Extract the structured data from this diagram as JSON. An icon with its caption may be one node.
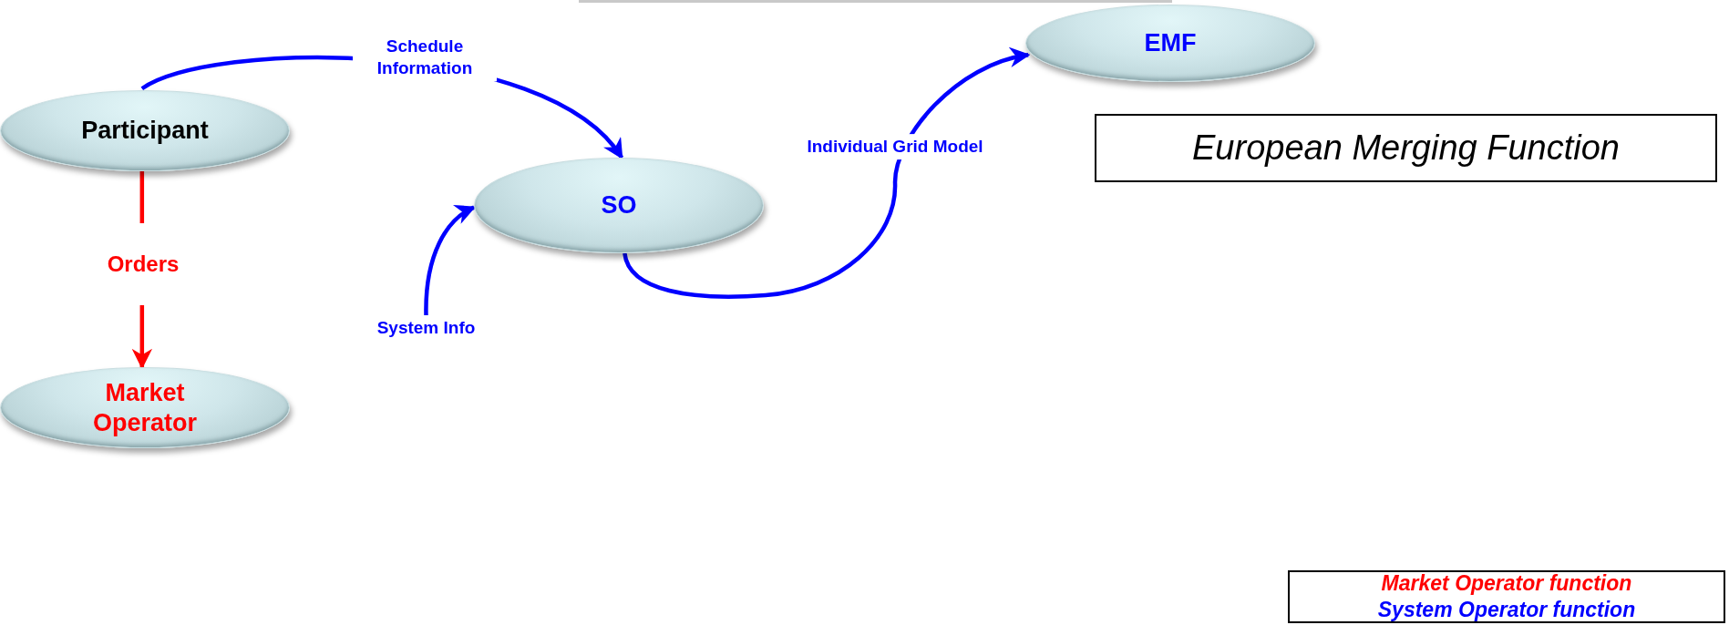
{
  "diagram": {
    "nodes": [
      {
        "text": [
          "Participant"
        ]
      },
      {
        "text": [
          "Market Operator"
        ]
      },
      {
        "text": [
          "System Info"
        ]
      },
      {
        "text": [
          "SO"
        ]
      },
      {
        "text": [
          "EMF"
        ]
      },
      {
        "text": [
          "European Merging Function"
        ]
      }
    ],
    "edges": [
      {
        "from": 0,
        "to": 3,
        "arrow": "to",
        "label": "Schedule Information"
      },
      {
        "from": 0,
        "to": 1,
        "arrow": "to",
        "label": "Orders",
        "color": "#ff0000"
      },
      {
        "from": 2,
        "to": 3,
        "arrow": "to"
      },
      {
        "from": 3,
        "to": 4,
        "arrow": "to",
        "label": "Individual Grid Model"
      }
    ],
    "legend": [
      {
        "text": "Market Operator function",
        "color": "#ff0000"
      },
      {
        "text": "System Operator function",
        "color": "#0000ff"
      }
    ]
  }
}
